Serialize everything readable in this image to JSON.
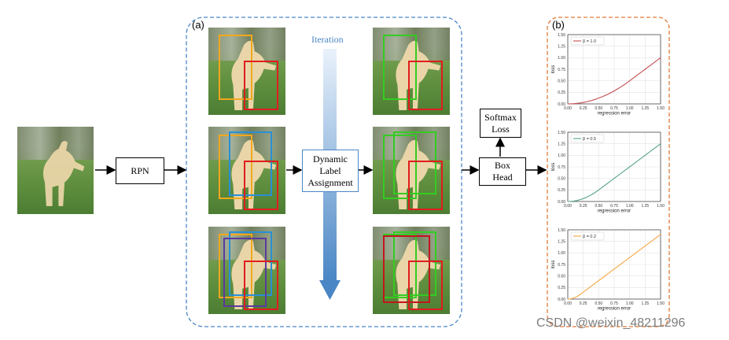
{
  "labels": {
    "panel_a": "(a)",
    "panel_b": "(b)",
    "iteration": "Iteration",
    "rpn": "RPN",
    "dynamic_label_assignment": "Dynamic\nLabel\nAssignment",
    "softmax_loss": "Softmax\nLoss",
    "box_head": "Box\nHead"
  },
  "colors": {
    "panel_a_border": "#4a86c5",
    "panel_b_border": "#e07b39",
    "gt_box": "#e11d1d",
    "proposal_orange": "#f0a81e",
    "proposal_blue": "#2a8fd4",
    "proposal_purple": "#5b3a9e",
    "assigned_green": "#33cc22"
  },
  "plots": [
    {
      "legend": "β = 1.0",
      "color": "#c44e52",
      "beta": 1.0,
      "xlabel": "regression error",
      "ylabel": "loss",
      "xticks": [
        "0.00",
        "0.25",
        "0.50",
        "0.75",
        "1.00",
        "1.25",
        "1.50"
      ],
      "yticks": [
        "0.00",
        "0.25",
        "0.50",
        "0.75",
        "1.00",
        "1.25",
        "1.50"
      ]
    },
    {
      "legend": "β = 0.5",
      "color": "#55a48b",
      "beta": 0.5,
      "xlabel": "regression error",
      "ylabel": "loss",
      "xticks": [
        "0.00",
        "0.25",
        "0.50",
        "0.75",
        "1.00",
        "1.25",
        "1.50"
      ],
      "yticks": [
        "0.00",
        "0.25",
        "0.50",
        "0.75",
        "1.00",
        "1.25",
        "1.50"
      ]
    },
    {
      "legend": "β = 0.2",
      "color": "#f5a742",
      "beta": 0.2,
      "xlabel": "regression error",
      "ylabel": "loss",
      "xticks": [
        "0.00",
        "0.25",
        "0.50",
        "0.75",
        "1.00",
        "1.25",
        "1.50"
      ],
      "yticks": [
        "0.00",
        "0.25",
        "0.50",
        "0.75",
        "1.00",
        "1.25",
        "1.50"
      ]
    }
  ],
  "watermark": "CSDN @weixin_48211296"
}
